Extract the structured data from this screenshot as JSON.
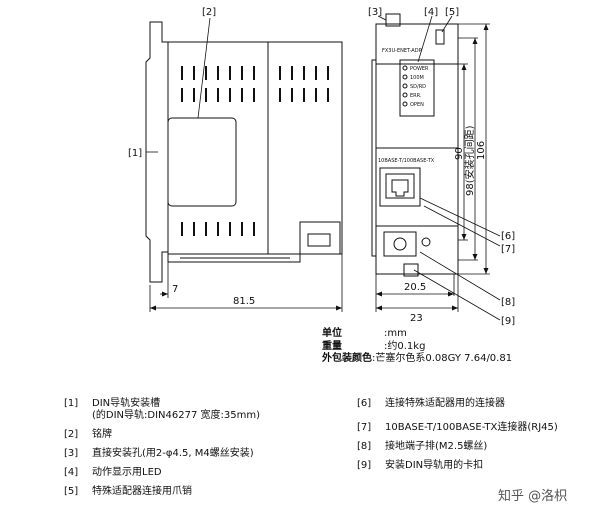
{
  "callouts": {
    "c1": "[1]",
    "c2": "[2]",
    "c3": "[3]",
    "c4": "[4]",
    "c5": "[5]",
    "c6": "[6]",
    "c7": "[7]",
    "c8": "[8]",
    "c9": "[9]"
  },
  "front_panel": {
    "model": "FX3U-ENET-ADP",
    "leds": [
      "POWER",
      "100M",
      "SD/RD",
      "ERR.",
      "OPEN"
    ],
    "port_label": "10BASE-T/100BASE-TX"
  },
  "dimensions": {
    "d7": "7",
    "d81_5": "81.5",
    "d20_5": "20.5",
    "d23": "23",
    "d90": "90",
    "d98": "98(安装孔间距)",
    "d106": "106"
  },
  "specs": {
    "unit_label": "单位",
    "unit_value": ":mm",
    "weight_label": "重量",
    "weight_value": ":约0.1kg",
    "color_label": "外包装颜色",
    "color_value": ":芒塞尔色系0.08GY 7.64/0.81"
  },
  "legend_left": [
    {
      "num": "[1]",
      "text": "DIN导轨安装槽\n(的DIN导轨:DIN46277 宽度:35mm)"
    },
    {
      "num": "[2]",
      "text": "铭牌"
    },
    {
      "num": "[3]",
      "text": "直接安装孔(用2-φ4.5, M4螺丝安装)"
    },
    {
      "num": "[4]",
      "text": "动作显示用LED"
    },
    {
      "num": "[5]",
      "text": "特殊适配器连接用爪销"
    }
  ],
  "legend_right": [
    {
      "num": "[6]",
      "text": "连接特殊适配器用的连接器"
    },
    {
      "num": "[7]",
      "text": "10BASE-T/100BASE-TX连接器(RJ45)"
    },
    {
      "num": "[8]",
      "text": "接地端子排(M2.5螺丝)"
    },
    {
      "num": "[9]",
      "text": "安装DIN导轨用的卡扣"
    }
  ],
  "watermark": "知乎 @洛枳"
}
